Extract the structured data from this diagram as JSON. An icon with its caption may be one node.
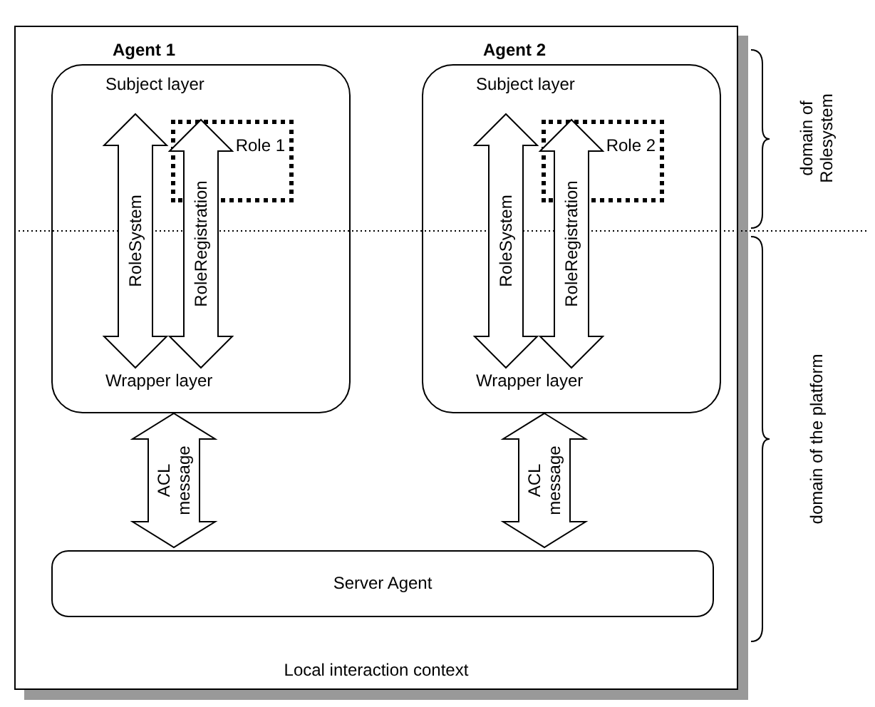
{
  "diagram": {
    "nodes": [
      {
        "text": [
          "Local interaction context"
        ]
      },
      {
        "text": [
          "Agent 1"
        ],
        "in": 0
      },
      {
        "text": [
          "Subject layer"
        ],
        "in": 1
      },
      {
        "text": [
          "Role 1"
        ],
        "in": 1
      },
      {
        "text": [
          "Wrapper layer"
        ],
        "in": 1
      },
      {
        "text": [
          "Agent 2"
        ],
        "in": 0
      },
      {
        "text": [
          "Subject layer"
        ],
        "in": 5
      },
      {
        "text": [
          "Role 2"
        ],
        "in": 5
      },
      {
        "text": [
          "Wrapper layer"
        ],
        "in": 5
      },
      {
        "text": [
          "Server Agent"
        ],
        "in": 0
      }
    ],
    "edges": [
      {
        "from": 2,
        "to": 4,
        "arrow": "both",
        "label": "RoleSystem"
      },
      {
        "from": 3,
        "to": 4,
        "arrow": "both",
        "label": "RoleRegistration"
      },
      {
        "from": 6,
        "to": 8,
        "arrow": "both",
        "label": "RoleSystem"
      },
      {
        "from": 7,
        "to": 8,
        "arrow": "both",
        "label": "RoleRegistration"
      },
      {
        "from": 1,
        "to": 9,
        "arrow": "both",
        "label": "ACL message"
      },
      {
        "from": 5,
        "to": 9,
        "arrow": "both",
        "label": "ACL message"
      }
    ],
    "labels": [
      "domain of Rolesystem",
      "domain of the platform"
    ]
  }
}
